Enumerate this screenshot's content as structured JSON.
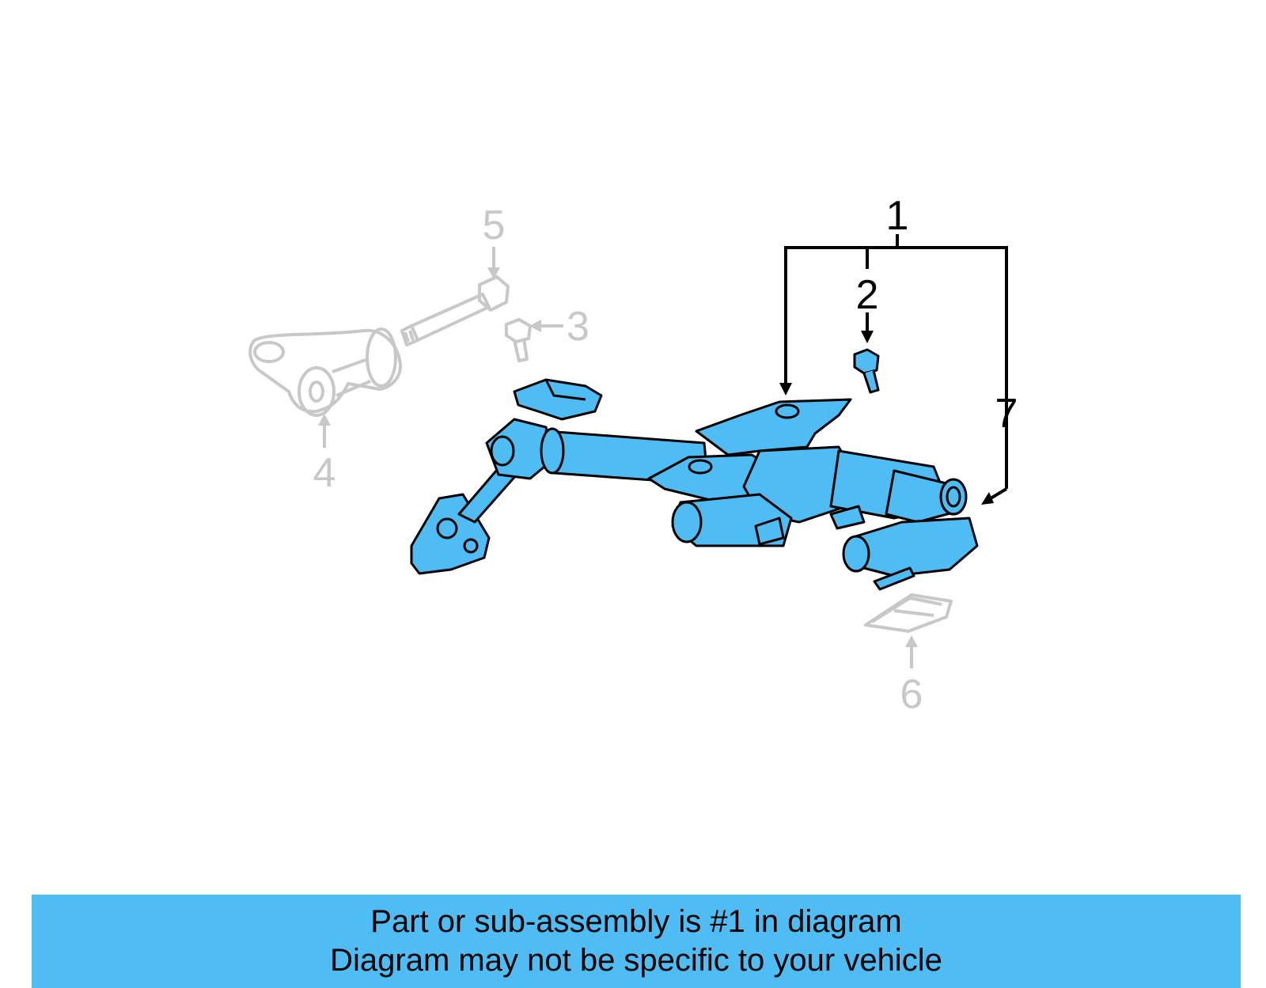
{
  "colors": {
    "highlight": "#4fbcf3",
    "ghost": "#c8c8c8",
    "ink": "#000000"
  },
  "callouts": [
    {
      "id": "1",
      "label": "1",
      "active": true
    },
    {
      "id": "2",
      "label": "2",
      "active": true
    },
    {
      "id": "3",
      "label": "3",
      "active": false
    },
    {
      "id": "4",
      "label": "4",
      "active": false
    },
    {
      "id": "5",
      "label": "5",
      "active": false
    },
    {
      "id": "6",
      "label": "6",
      "active": false
    },
    {
      "id": "7",
      "label": "7",
      "active": true
    }
  ],
  "banner": {
    "line1": "Part or sub-assembly is #1 in diagram",
    "line2": "Diagram may not be specific to your vehicle"
  }
}
